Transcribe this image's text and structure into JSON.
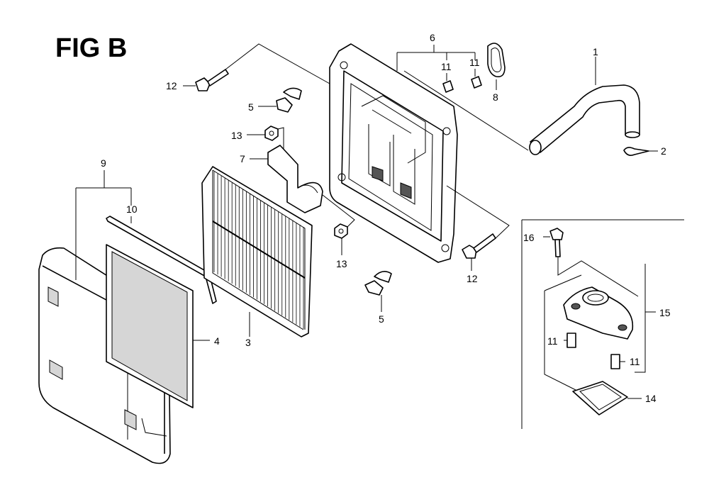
{
  "figure": {
    "title": "FIG B"
  },
  "callouts": {
    "c1": "1",
    "c2": "2",
    "c3": "3",
    "c4": "4",
    "c5a": "5",
    "c5b": "5",
    "c6": "6",
    "c7": "7",
    "c8": "8",
    "c9": "9",
    "c10": "10",
    "c11a": "11",
    "c11b": "11",
    "c11c": "11",
    "c11d": "11",
    "c12a": "12",
    "c12b": "12",
    "c13a": "13",
    "c13b": "13",
    "c14": "14",
    "c15": "15",
    "c16": "16"
  }
}
